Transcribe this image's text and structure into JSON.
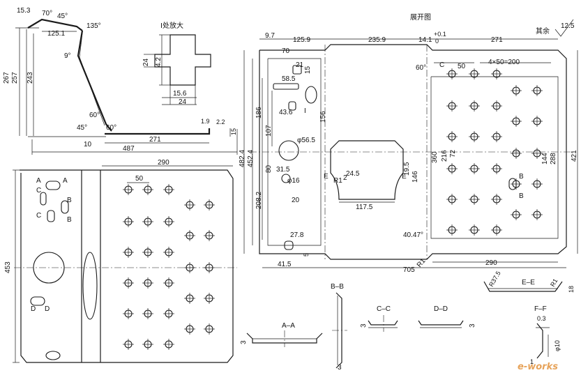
{
  "labels": {
    "title_unfold": "展开图",
    "detail_i": "I处放大",
    "roughness_prefix": "其余",
    "roughness_value": "12.5",
    "watermark": "e-works"
  },
  "section_titles": {
    "a_a": "A–A",
    "b_b": "B–B",
    "c_c": "C–C",
    "d_d": "D–D",
    "e_e": "E–E",
    "f_f": "F–F"
  },
  "side_view": {
    "d_15_3": "15.3",
    "d_70deg": "70°",
    "d_45deg": "45°",
    "d_135deg": "135°",
    "d_125_1": "125.1",
    "d_9deg": "9°",
    "d_267": "267",
    "d_257": "257",
    "d_243": "243",
    "d_60deg": "60°",
    "d_45deg_b": "45°",
    "d_60deg_b": "60°",
    "d_10": "10",
    "d_271": "271",
    "d_1_9": "1.9",
    "d_2_2": "2.2",
    "d_15": "15",
    "d_487": "487"
  },
  "detail": {
    "d_24": "24",
    "d_4_2": "4.2",
    "d_15_6": "15.6",
    "d_24_b": "24"
  },
  "front_view": {
    "d_290": "290",
    "d_50": "50",
    "d_453": "453",
    "lbl_a": "A",
    "lbl_a2": "A",
    "lbl_c": "C",
    "lbl_c2": "C",
    "lbl_b": "B",
    "lbl_b2": "B",
    "lbl_d": "D",
    "lbl_d2": "D"
  },
  "unfold": {
    "d_9_7": "9.7",
    "d_125_9": "125.9",
    "d_235_9": "235.9",
    "d_14_1": "14.1",
    "tol_up": "+0.1",
    "tol_lo": "0",
    "d_271": "271",
    "d_70": "70",
    "d_60deg": "60°",
    "lbl_c": "C",
    "d_50": "50",
    "d_4x50": "4×50=200",
    "d_21": "21",
    "d_15": "15",
    "d_58_5": "58.5",
    "d_43_6": "43.6",
    "lbl_i": "I",
    "d_186": "186",
    "d_107": "107",
    "d_156": "156",
    "d_482_4": "482.4",
    "d_452_4": "452.4",
    "d_phi56_5": "φ56.5",
    "d_80": "80",
    "d_31_5": "31.5",
    "d_phi16": "φ16",
    "d_208_2": "208.2",
    "d_20": "20",
    "lbl_e": "E",
    "lbl_e2": "E",
    "d_r1": "R1",
    "d_2": "2",
    "d_24_5": "24.5",
    "d_19_5": "19.5",
    "d_146": "146",
    "d_117_5": "117.5",
    "d_360": "360",
    "d_216": "216",
    "d_72": "72",
    "d_144": "144",
    "d_288": "288",
    "d_421": "421",
    "lbl_b": "B",
    "lbl_b2": "B",
    "d_27_8": "27.8",
    "d_5": "5",
    "d_41_5": "41.5",
    "d_40_47": "40.47°",
    "d_r1b": "R1",
    "d_705": "705",
    "d_290": "290"
  },
  "sections": {
    "aa_3": "3",
    "bb_3": "3",
    "cc_3": "3",
    "dd_3": "3",
    "ee_r37_5": "R37.5",
    "ee_r1": "R1",
    "ee_18": "18",
    "ff_0_3": "0.3",
    "ff_phi10": "φ10",
    "ff_1": "1"
  }
}
